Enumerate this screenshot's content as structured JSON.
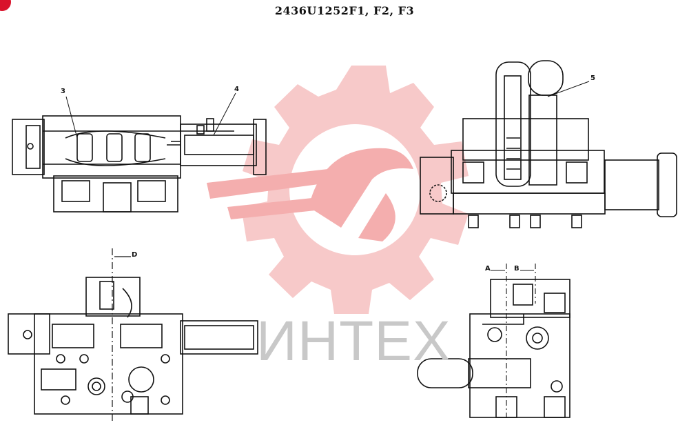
{
  "title": "2436U1252F1, F2, F3",
  "labels": {
    "part_3": "3",
    "part_4": "4",
    "part_5": "5",
    "section_d": "D",
    "section_a": "A",
    "section_b": "B"
  },
  "watermark": {
    "text": "ИНТЕХ",
    "logo_color": "#f5b3b3",
    "icon": "gear-wrench-logo"
  },
  "colors": {
    "line": "#111111",
    "badge": "#d9122b"
  }
}
